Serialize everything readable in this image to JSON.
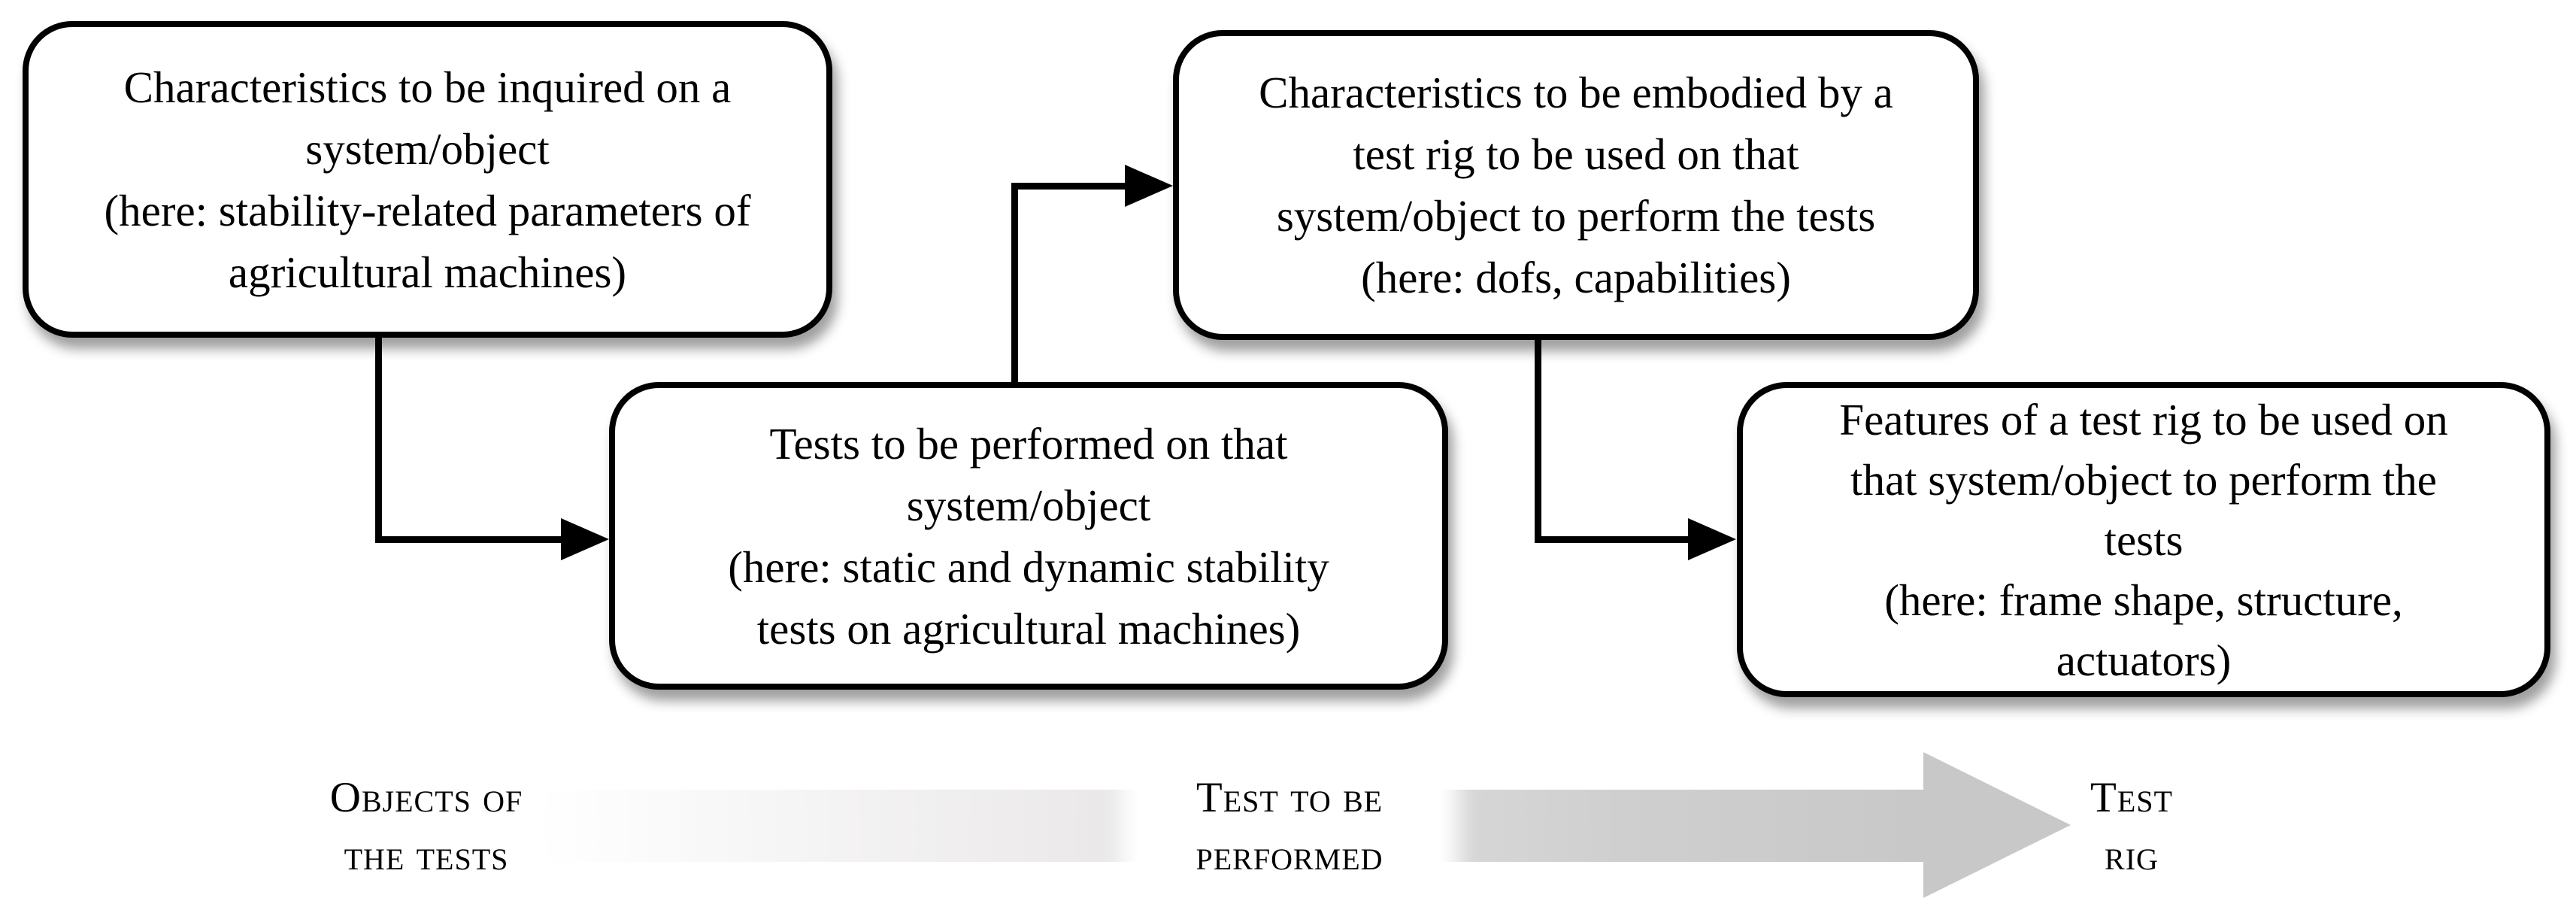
{
  "diagram": {
    "boxes": [
      {
        "id": "characteristics-of-system",
        "lines": [
          "Characteristics to be inquired on a",
          "system/object",
          "(here: stability-related parameters of",
          "agricultural machines)"
        ]
      },
      {
        "id": "tests-to-be-performed",
        "lines": [
          "Tests to be performed on that",
          "system/object",
          "(here: static and dynamic stability",
          "tests on agricultural machines)"
        ]
      },
      {
        "id": "characteristics-of-test-rig",
        "lines": [
          "Characteristics to be embodied by a",
          "test rig to be used on that",
          "system/object to perform the tests",
          "(here: dofs, capabilities)"
        ]
      },
      {
        "id": "features-of-test-rig",
        "lines": [
          "Features of a test rig to be used on",
          "that system/object to perform the",
          "tests",
          "(here: frame shape, structure,",
          "actuators)"
        ]
      }
    ],
    "axis": {
      "labels": [
        {
          "line1": "Objects of",
          "line2": "the tests"
        },
        {
          "line1": "Test to be",
          "line2": "performed"
        },
        {
          "line1": "Test",
          "line2": "rig"
        }
      ]
    },
    "colors": {
      "box_border": "#000000",
      "box_fill": "#ffffff",
      "text": "#000000",
      "connector": "#000000",
      "axis_arrow_start": "#ffffff",
      "axis_arrow_end": "#c8c8c8"
    }
  }
}
